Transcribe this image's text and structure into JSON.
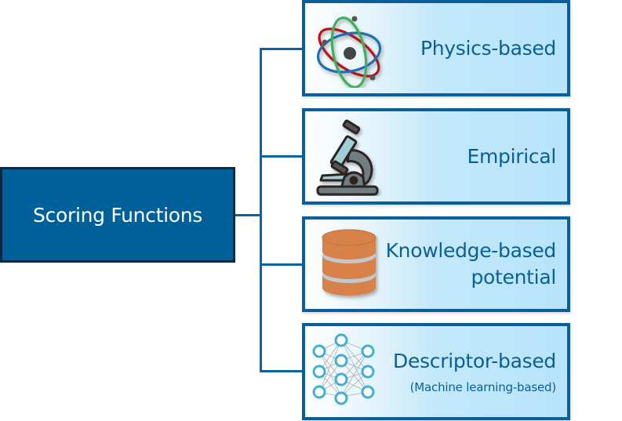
{
  "root": {
    "label": "Scoring Functions",
    "fill_color": "#00609a",
    "border_color": "#0d2a45"
  },
  "connector_color": "#0a66a0",
  "categories": [
    {
      "label": "Physics-based",
      "icon": "atom-icon"
    },
    {
      "label": "Empirical",
      "icon": "microscope-icon"
    },
    {
      "label_line1": "Knowledge-based",
      "label_line2": "potential",
      "icon": "database-icon"
    },
    {
      "label": "Descriptor-based",
      "sublabel": "(Machine learning-based)",
      "icon": "neural-network-icon"
    }
  ],
  "colors": {
    "category_border": "#0b5f98",
    "category_text": "#0b5f98",
    "category_fill_light": "#b7e4fb"
  }
}
